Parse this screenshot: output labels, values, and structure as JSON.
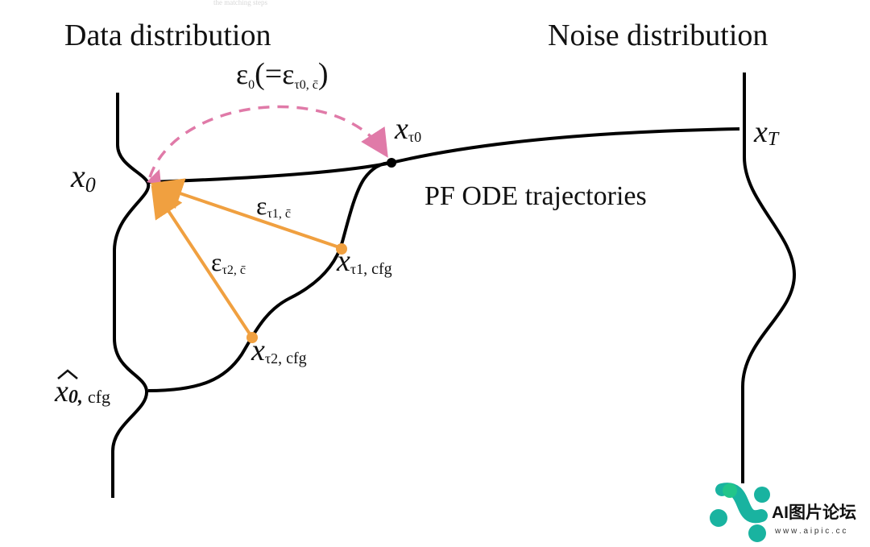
{
  "titles": {
    "data": "Data distribution",
    "noise": "Noise distribution",
    "trajectories": "PF ODE trajectories",
    "top_faint": "the matching steps"
  },
  "labels": {
    "x0": {
      "base": "x",
      "sub": "0"
    },
    "xT": {
      "base": "x",
      "sub": "T"
    },
    "x_tau0": {
      "base": "x",
      "sub": "τ0"
    },
    "x_tau1": {
      "base": "x",
      "sub": "τ1",
      "suffix": ", cfg"
    },
    "x_tau2": {
      "base": "x",
      "sub": "τ2",
      "suffix": ", cfg"
    },
    "x0hat": {
      "base": "x",
      "sub": "0,",
      "suffix": "cfg"
    },
    "eps0": {
      "base": "ε",
      "sub": "0",
      "paren_base": "ε",
      "paren_sub": "τ0, c̄"
    },
    "eps_tau1": {
      "base": "ε",
      "sub": "τ1, c̄"
    },
    "eps_tau2": {
      "base": "ε",
      "sub": "τ2, c̄"
    }
  },
  "watermark": {
    "brand": "AI图片论坛",
    "url": "w w w . a i p i c . c c"
  },
  "colors": {
    "line": "#000000",
    "orange": "#f0a040",
    "pink": "#e07aa8",
    "watermark_green": "#22c58a",
    "watermark_teal": "#19b3a0"
  }
}
